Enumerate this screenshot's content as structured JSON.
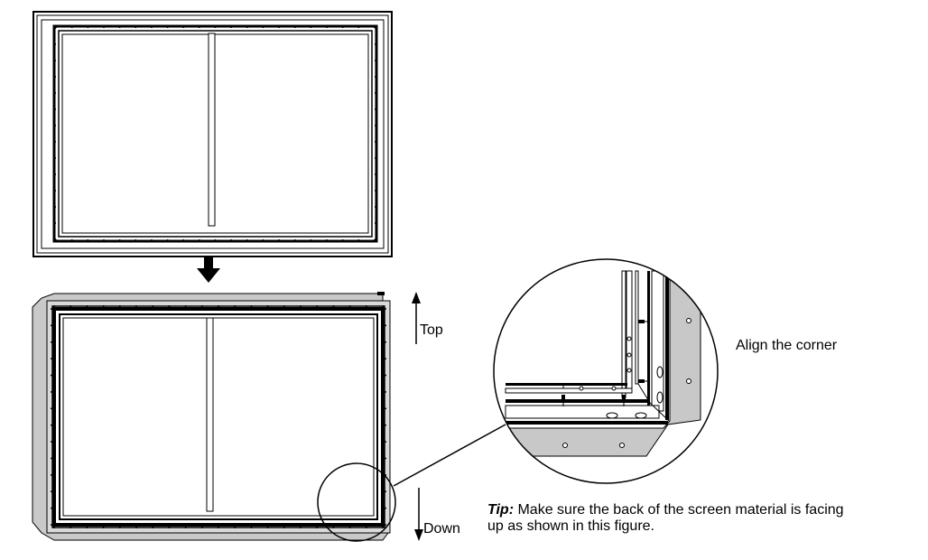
{
  "labels": {
    "top": "Top",
    "down": "Down",
    "align": "Align the corner"
  },
  "tip": {
    "title": "Tip:",
    "line1": " Make sure the back of the screen material is facing",
    "line2": "up as shown in this figure."
  }
}
